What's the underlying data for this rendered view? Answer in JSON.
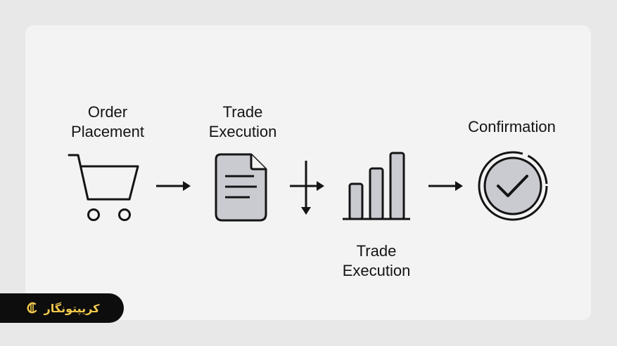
{
  "steps": {
    "order_placement": {
      "line1": "Order",
      "line2": "Placement",
      "icon": "shopping-cart-icon"
    },
    "trade_execution_doc": {
      "line1": "Trade",
      "line2": "Execution",
      "icon": "document-icon"
    },
    "trade_execution_chart": {
      "line1": "Trade",
      "line2": "Execution",
      "icon": "bar-chart-icon"
    },
    "confirmation": {
      "label": "Confirmation",
      "icon": "check-circle-icon"
    }
  },
  "brand": {
    "name": "کریپتونگار",
    "icon": "crypto-logo-icon",
    "text_color": "#f2c94c",
    "background": "#0d0d0d"
  },
  "colors": {
    "stroke": "#141414",
    "icon_fill": "#c9cbd1",
    "card": "#f3f3f3",
    "page": "#e8e8e8"
  }
}
